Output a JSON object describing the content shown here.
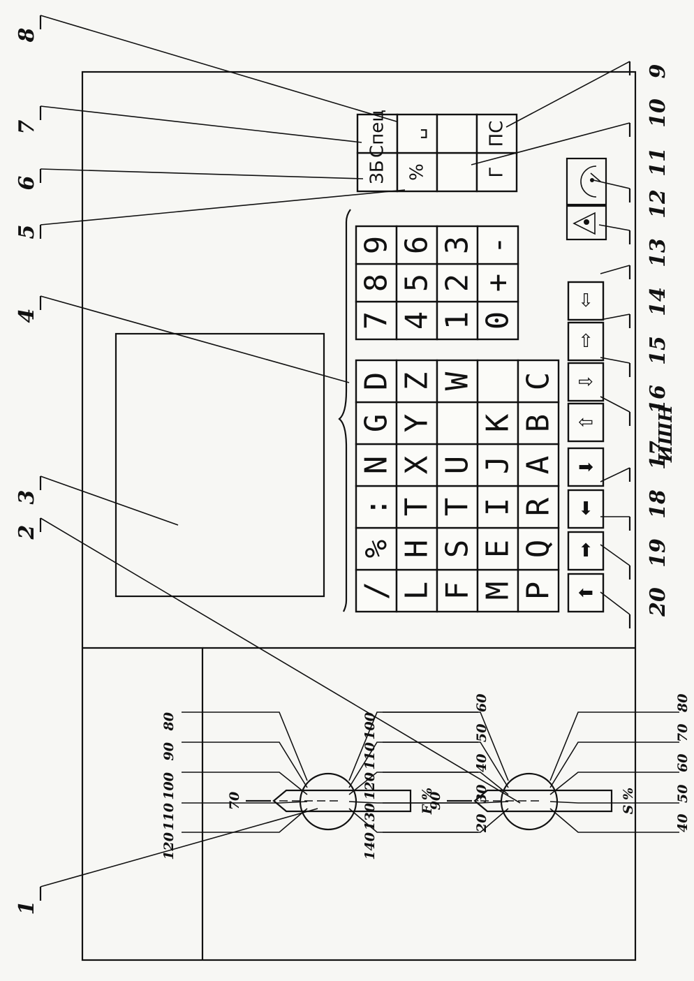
{
  "panel": {
    "alpha_keys": [
      [
        "/",
        "%",
        ":",
        "N",
        "G",
        "D"
      ],
      [
        "L",
        "H",
        "T",
        "X",
        "Y",
        "Z"
      ],
      [
        "F",
        "S",
        "T",
        "U",
        "",
        "W"
      ],
      [
        "M",
        "E",
        "I",
        "J",
        "K",
        ""
      ],
      [
        "P",
        "Q",
        "R",
        "A",
        "B",
        "C"
      ]
    ],
    "numeric_keys": [
      [
        "7",
        "8",
        "9"
      ],
      [
        "4",
        "5",
        "6"
      ],
      [
        "1",
        "2",
        "3"
      ],
      [
        "0",
        "+",
        "-"
      ]
    ],
    "special_keys": [
      [
        "ЗБ",
        "Спец"
      ],
      [
        "%",
        "␣"
      ],
      [
        "",
        ""
      ],
      [
        "Г",
        "ПС"
      ]
    ],
    "arrow_row_left": [
      "⬅",
      "⬆",
      "⬇",
      "➡"
    ],
    "arrow_row_right": [
      "⇦",
      "⇨",
      "⇧",
      "⇩"
    ],
    "callouts": [
      "1",
      "2",
      "3",
      "4",
      "5",
      "6",
      "7",
      "8",
      "9",
      "10",
      "11",
      "12",
      "13",
      "14",
      "15",
      "16",
      "17",
      "18",
      "19",
      "20"
    ],
    "caption": "ИШН"
  },
  "dials": {
    "feed": {
      "label": "F %",
      "top_value": "70",
      "upper_values": [
        "80",
        "90",
        "100",
        "110",
        "120"
      ],
      "lower_values": [
        "60",
        "50",
        "40",
        "30",
        "20"
      ]
    },
    "speed": {
      "label": "S %",
      "top_value": "90",
      "upper_values": [
        "100",
        "110",
        "120",
        "130",
        "140"
      ],
      "lower_values": [
        "80",
        "70",
        "60",
        "50",
        "40"
      ]
    }
  }
}
